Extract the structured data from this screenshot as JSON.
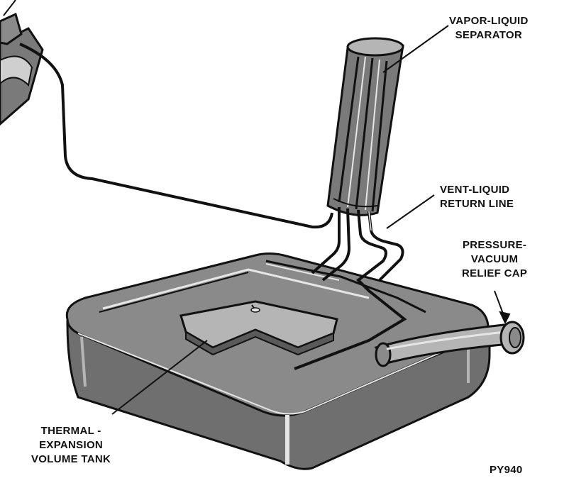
{
  "labels": {
    "separator": [
      "VAPOR-LIQUID",
      "SEPARATOR"
    ],
    "vent_line": [
      "VENT-LIQUID",
      "RETURN LINE"
    ],
    "relief_cap": [
      "PRESSURE-",
      "VACUUM",
      "RELIEF CAP"
    ],
    "thermal_tank": [
      "THERMAL -",
      "EXPANSION",
      "VOLUME TANK"
    ],
    "figure_code": "PY940"
  },
  "colors": {
    "ink": "#111111",
    "fill_dark": "#6f6f6f",
    "fill_mid": "#8a8a8a",
    "fill_light": "#b5b5b5",
    "highlight": "#e6e6e6"
  }
}
